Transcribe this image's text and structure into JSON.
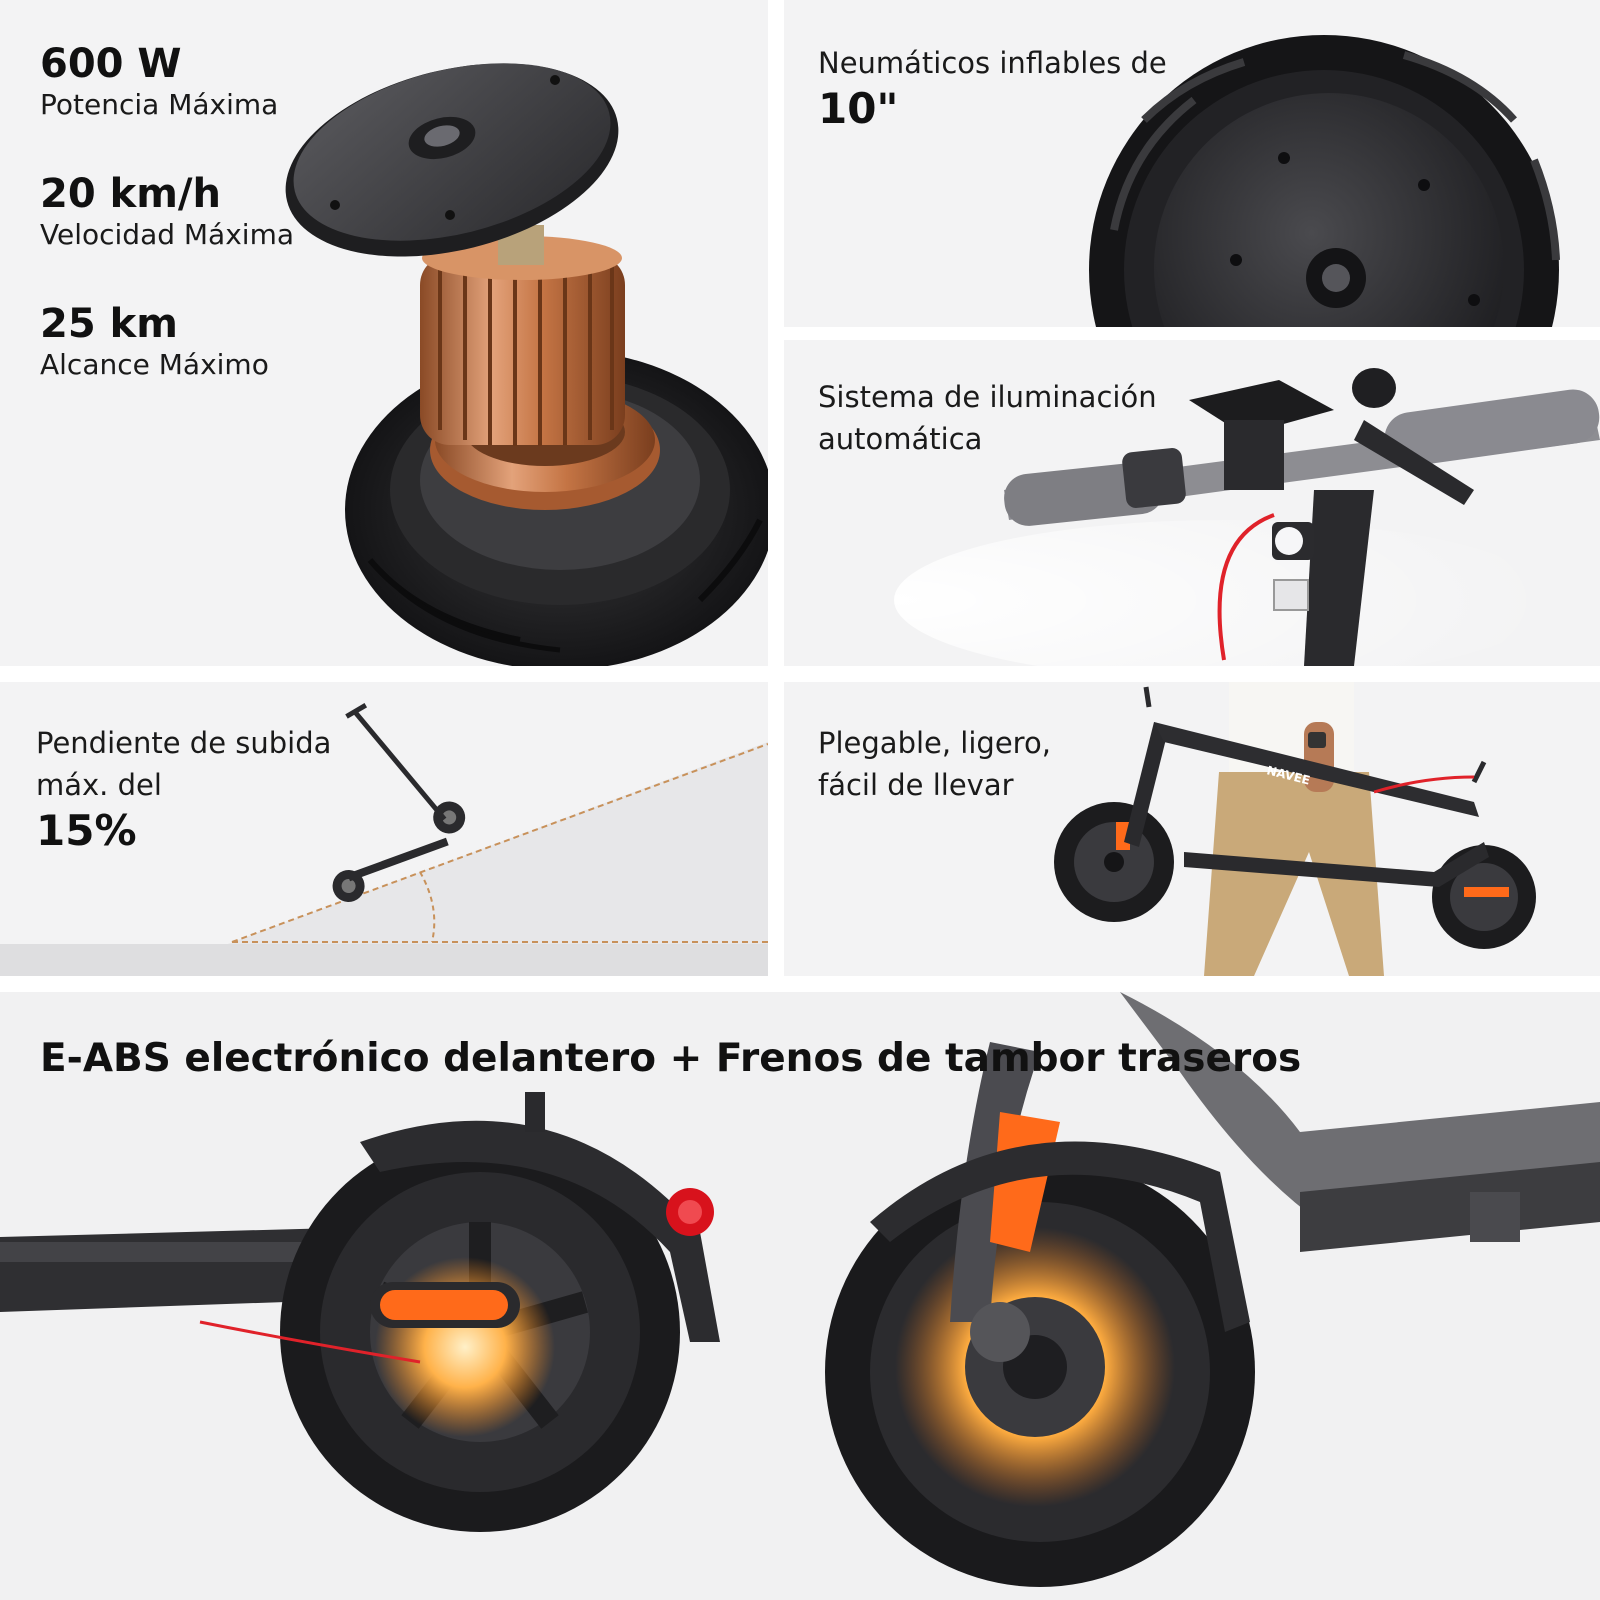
{
  "motor_panel": {
    "specs": [
      {
        "value": "600 W",
        "label": "Potencia Máxima"
      },
      {
        "value": "20 km/h",
        "label": "Velocidad Máxima"
      },
      {
        "value": "25 km",
        "label": "Alcance Máximo"
      }
    ]
  },
  "tire_panel": {
    "caption": "Neumáticos inflables de",
    "highlight": "10\""
  },
  "light_panel": {
    "caption_line1": "Sistema de iluminación",
    "caption_line2": "automática"
  },
  "slope_panel": {
    "caption_line1": "Pendiente de subida",
    "caption_line2": "máx. del",
    "highlight": "15%"
  },
  "fold_panel": {
    "caption_line1": "Plegable, ligero,",
    "caption_line2": "fácil de llevar",
    "brand_text": "NAVEE"
  },
  "brakes_panel": {
    "title": "E-ABS electrónico delantero + Frenos de tambor traseros"
  },
  "colors": {
    "panel_bg": "#f3f3f4",
    "copper": "#c8784a",
    "tire": "#1c1c1e",
    "hub": "#3a3a3d",
    "glow": "#ffa43a",
    "accent_orange": "#ff6a1a",
    "reflector_red": "#d8121c",
    "cable_red": "#e0222a"
  }
}
